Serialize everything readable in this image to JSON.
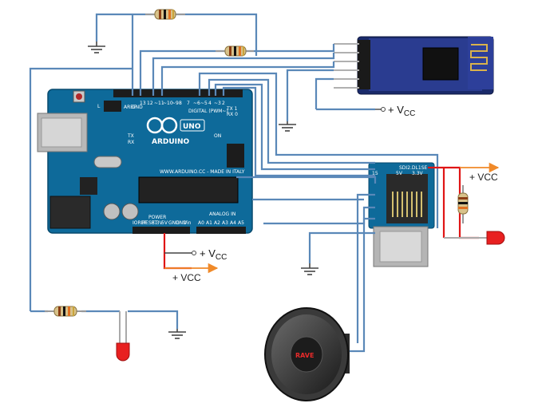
{
  "labels": {
    "vcc_prefix": "+ V",
    "vcc_sub": "CC",
    "vcc_plain": "+ VCC"
  },
  "arduino": {
    "brand": "ARDUINO",
    "model": "UNO",
    "digital": "DIGITAL (PWM~)",
    "power": "POWER",
    "analog": "ANALOG IN",
    "site": "WWW.ARDUINO.CC - MADE IN ITALY",
    "aref": "AREF",
    "gnd": "GND",
    "tx": "TX",
    "rx": "RX",
    "on": "ON",
    "l": "L",
    "digital_pins": [
      "13",
      "12",
      "~11",
      "~10",
      "~9",
      "8",
      "7",
      "~6",
      "~5",
      "4",
      "~3",
      "2",
      "TX 1",
      "RX 0"
    ],
    "power_pins": [
      "IOREF",
      "RESET",
      "3.3V",
      "5V",
      "GND",
      "GND",
      "Vin"
    ],
    "analog_pins": [
      "A0",
      "A1",
      "A2",
      "A3",
      "A4",
      "A5"
    ]
  },
  "sd_module": {
    "pins_label": "SDI2.DL1SE",
    "v5": "5V",
    "v33": "3.3V",
    "num": "15"
  },
  "speaker": {
    "brand": "RAVE"
  },
  "colors": {
    "wire": "#5a88b8",
    "power_wire": "#e01515",
    "arrow": "#f08a2a",
    "board": "#0e6a9a",
    "led": "#e82020"
  },
  "icons": [
    "ground-symbol",
    "resistor",
    "led",
    "speaker",
    "bluetooth-module",
    "sd-card-module",
    "arduino-board"
  ]
}
